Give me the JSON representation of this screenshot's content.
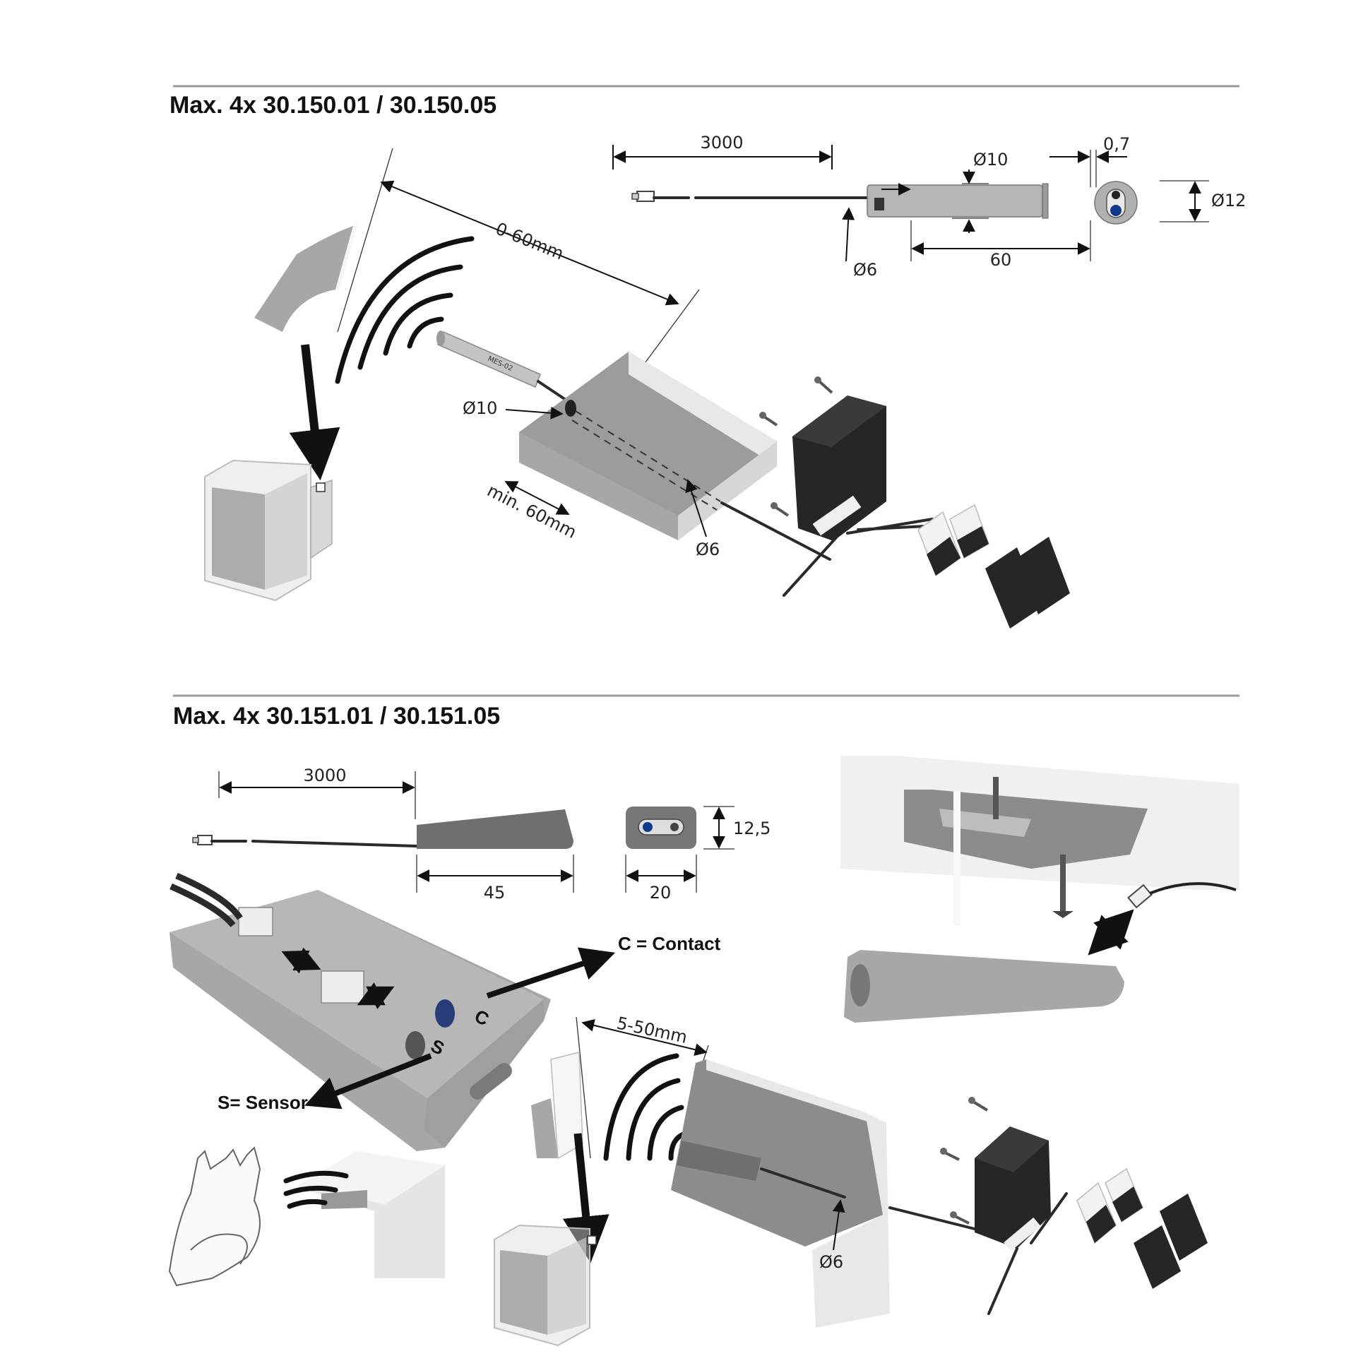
{
  "section1": {
    "heading": "Max. 4x  30.150.01 / 30.150.05",
    "dims": {
      "cable_length": "3000",
      "diameter_top": "Ø10",
      "thickness": "0,7",
      "diameter_end": "Ø12",
      "diameter_cable": "Ø6",
      "sensor_length": "60"
    },
    "install": {
      "range": "0-60mm",
      "hole_diameter": "Ø10",
      "min_depth": "min. 60mm",
      "channel_diameter": "Ø6"
    },
    "sensor_print": "MES-02"
  },
  "section2": {
    "heading": "Max. 4x  30.151.01 / 30.151.05",
    "dims": {
      "cable_length": "3000",
      "sensor_length": "45",
      "sensor_width": "20",
      "sensor_height": "12,5"
    },
    "callouts": {
      "contact": "C = Contact",
      "sensor": "S= Sensor",
      "c_letter": "C",
      "s_letter": "S"
    },
    "install": {
      "range": "5-50mm",
      "channel_diameter": "Ø6"
    }
  }
}
